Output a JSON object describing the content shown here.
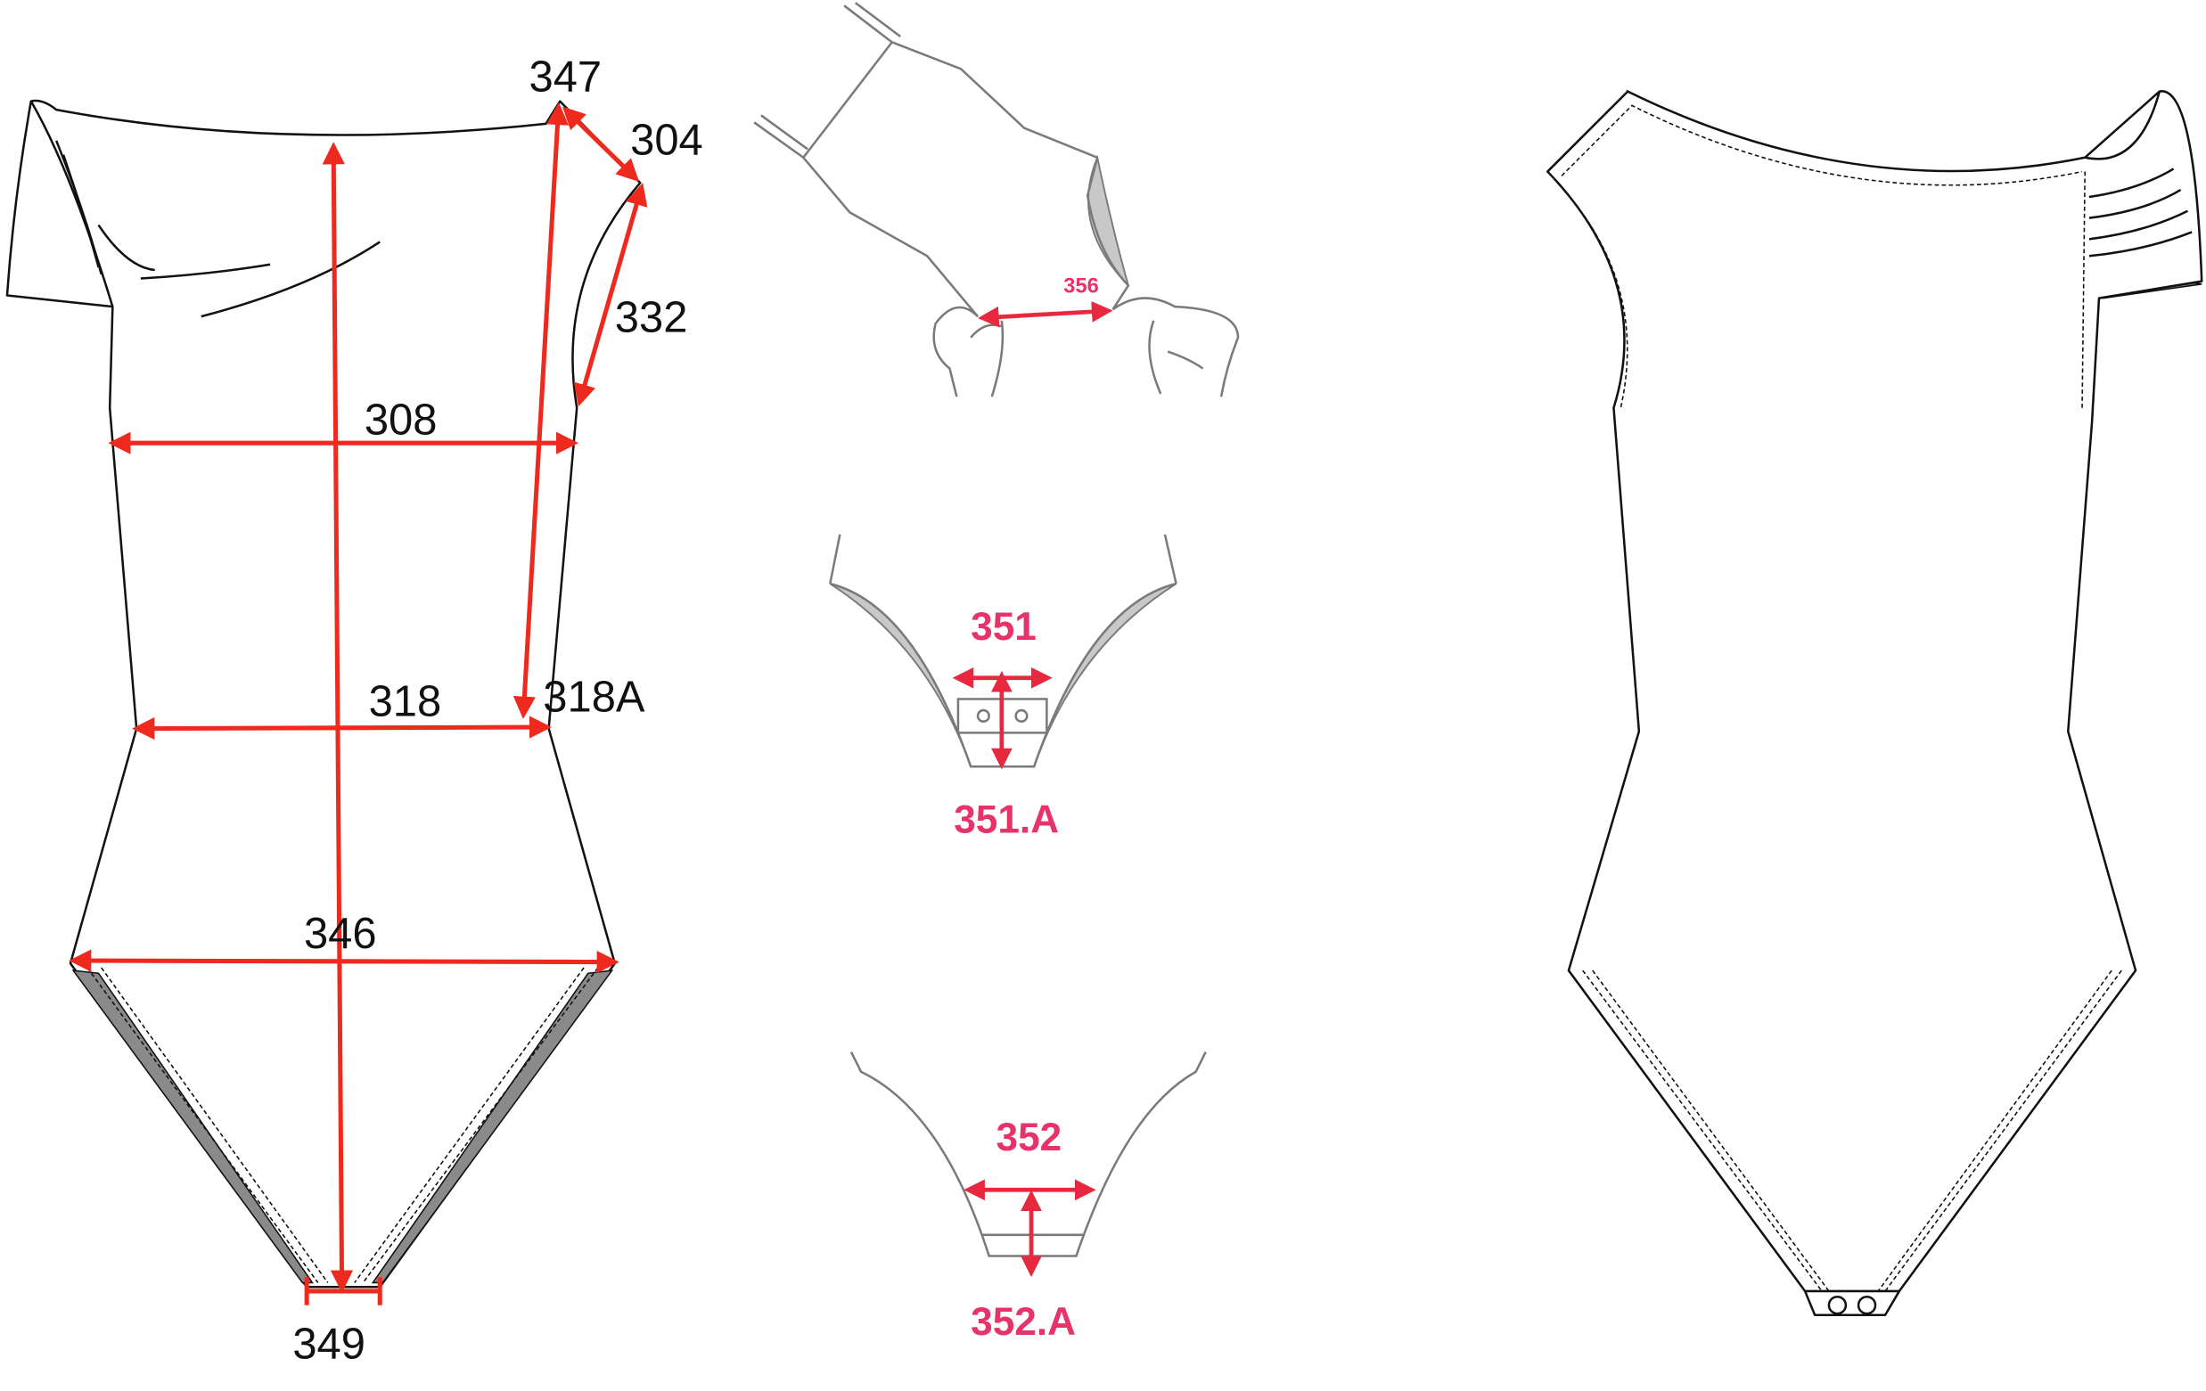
{
  "front_view": {
    "labels": {
      "m347": "347",
      "m304": "304",
      "m332": "332",
      "m308": "308",
      "m318": "318",
      "m318a": "318A",
      "m346": "346",
      "m349": "349"
    }
  },
  "detail_views": {
    "leg_opening": {
      "label": "356"
    },
    "gusset_front": {
      "width_label": "351",
      "height_label": "351.A"
    },
    "gusset_back": {
      "width_label": "352",
      "height_label": "352.A"
    }
  },
  "colors": {
    "measure_arrow": "#ee2a1f",
    "detail_label": "#e8336a",
    "outline": "#111111",
    "detail_outline": "#7a7a7a"
  }
}
